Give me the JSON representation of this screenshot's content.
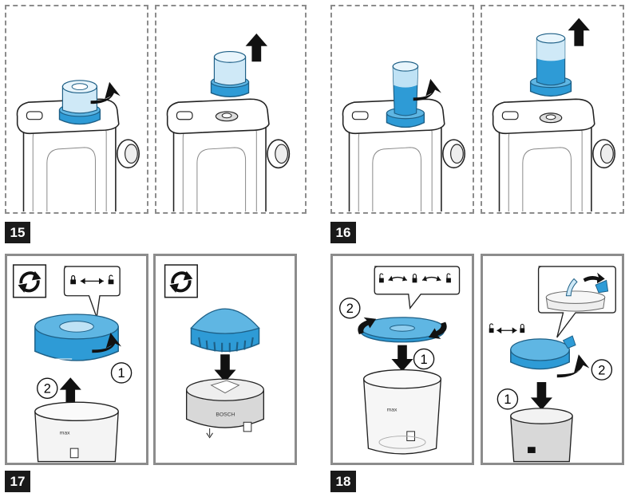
{
  "steps": {
    "s15": "15",
    "s16": "16",
    "s17": "17",
    "s18": "18"
  },
  "callouts": {
    "one": "1",
    "two": "2"
  },
  "icons": {
    "lock": "lock-icon",
    "unlock": "unlock-icon",
    "bidirectional_arrow": "double-arrow-icon",
    "rotate": "rotate-cycle-icon"
  },
  "labels": {
    "brand": "BOSCH",
    "max": "max"
  },
  "colors": {
    "accent_blue": "#2e9bd6",
    "light_blue": "#8fcdee",
    "dash_gray": "#8c8c8c",
    "outline": "#222222",
    "step_bg": "#1a1a1a"
  }
}
